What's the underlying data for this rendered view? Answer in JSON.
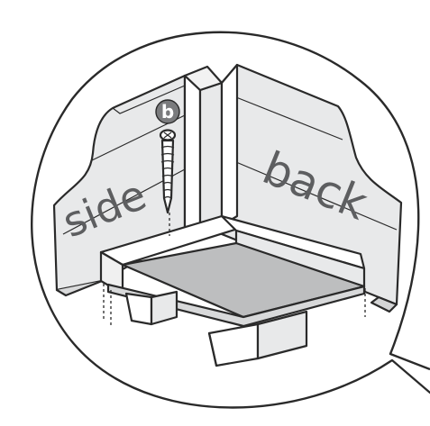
{
  "labels": {
    "side": "side",
    "back": "back",
    "screw_badge": "b"
  },
  "colors": {
    "panel_gray": "#e8e9ea",
    "shelf_gray": "#bdbebf",
    "outline": "#2a2a2a",
    "badge": "#7a7b7d",
    "text": "#5d5e60"
  },
  "icons": {
    "screw": "screw-icon",
    "callout": "speech-bubble-callout"
  }
}
